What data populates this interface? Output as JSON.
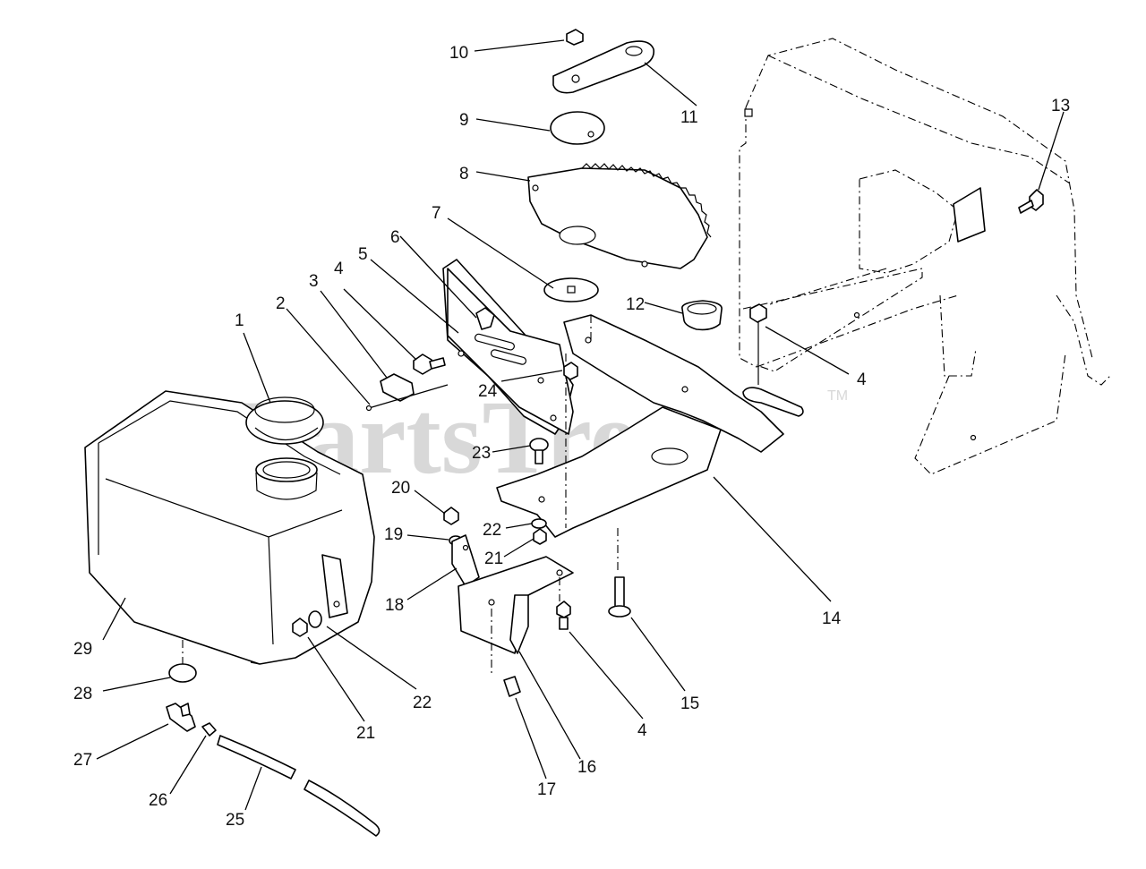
{
  "watermark": {
    "text": "PartsTree",
    "trademark": "TM"
  },
  "callouts": [
    {
      "id": "c10",
      "label": "10"
    },
    {
      "id": "c11",
      "label": "11"
    },
    {
      "id": "c9",
      "label": "9"
    },
    {
      "id": "c13",
      "label": "13"
    },
    {
      "id": "c8",
      "label": "8"
    },
    {
      "id": "c7",
      "label": "7"
    },
    {
      "id": "c6",
      "label": "6"
    },
    {
      "id": "c5",
      "label": "5"
    },
    {
      "id": "c3",
      "label": "3"
    },
    {
      "id": "c4a",
      "label": "4"
    },
    {
      "id": "c12",
      "label": "12"
    },
    {
      "id": "c2",
      "label": "2"
    },
    {
      "id": "c1",
      "label": "1"
    },
    {
      "id": "c4b",
      "label": "4"
    },
    {
      "id": "c24",
      "label": "24"
    },
    {
      "id": "c23",
      "label": "23"
    },
    {
      "id": "c20",
      "label": "20"
    },
    {
      "id": "c22a",
      "label": "22"
    },
    {
      "id": "c19",
      "label": "19"
    },
    {
      "id": "c21a",
      "label": "21"
    },
    {
      "id": "c18",
      "label": "18"
    },
    {
      "id": "c14",
      "label": "14"
    },
    {
      "id": "c29",
      "label": "29"
    },
    {
      "id": "c22b",
      "label": "22"
    },
    {
      "id": "c28",
      "label": "28"
    },
    {
      "id": "c15",
      "label": "15"
    },
    {
      "id": "c21b",
      "label": "21"
    },
    {
      "id": "c4c",
      "label": "4"
    },
    {
      "id": "c27",
      "label": "27"
    },
    {
      "id": "c16",
      "label": "16"
    },
    {
      "id": "c26",
      "label": "26"
    },
    {
      "id": "c17",
      "label": "17"
    },
    {
      "id": "c25",
      "label": "25"
    }
  ]
}
